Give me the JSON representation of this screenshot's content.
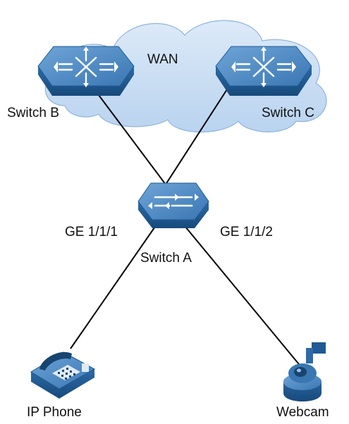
{
  "cloud_label": "WAN",
  "nodes": {
    "switch_b": {
      "label": "Switch B",
      "icon": "l3-switch-icon"
    },
    "switch_c": {
      "label": "Switch C",
      "icon": "l3-switch-icon"
    },
    "switch_a": {
      "label": "Switch A",
      "icon": "l2-switch-icon"
    },
    "ip_phone": {
      "label": "IP Phone",
      "icon": "ip-phone-icon"
    },
    "webcam": {
      "label": "Webcam",
      "icon": "webcam-icon"
    }
  },
  "ports": {
    "ge_1_1_1": "GE 1/1/1",
    "ge_1_1_2": "GE 1/1/2"
  },
  "colors": {
    "cloud_fill": "#c6ddf5",
    "cloud_stroke": "#8fb5dd",
    "device_top": "#4a86c0",
    "device_side": "#1f5a94",
    "link": "#000000"
  }
}
